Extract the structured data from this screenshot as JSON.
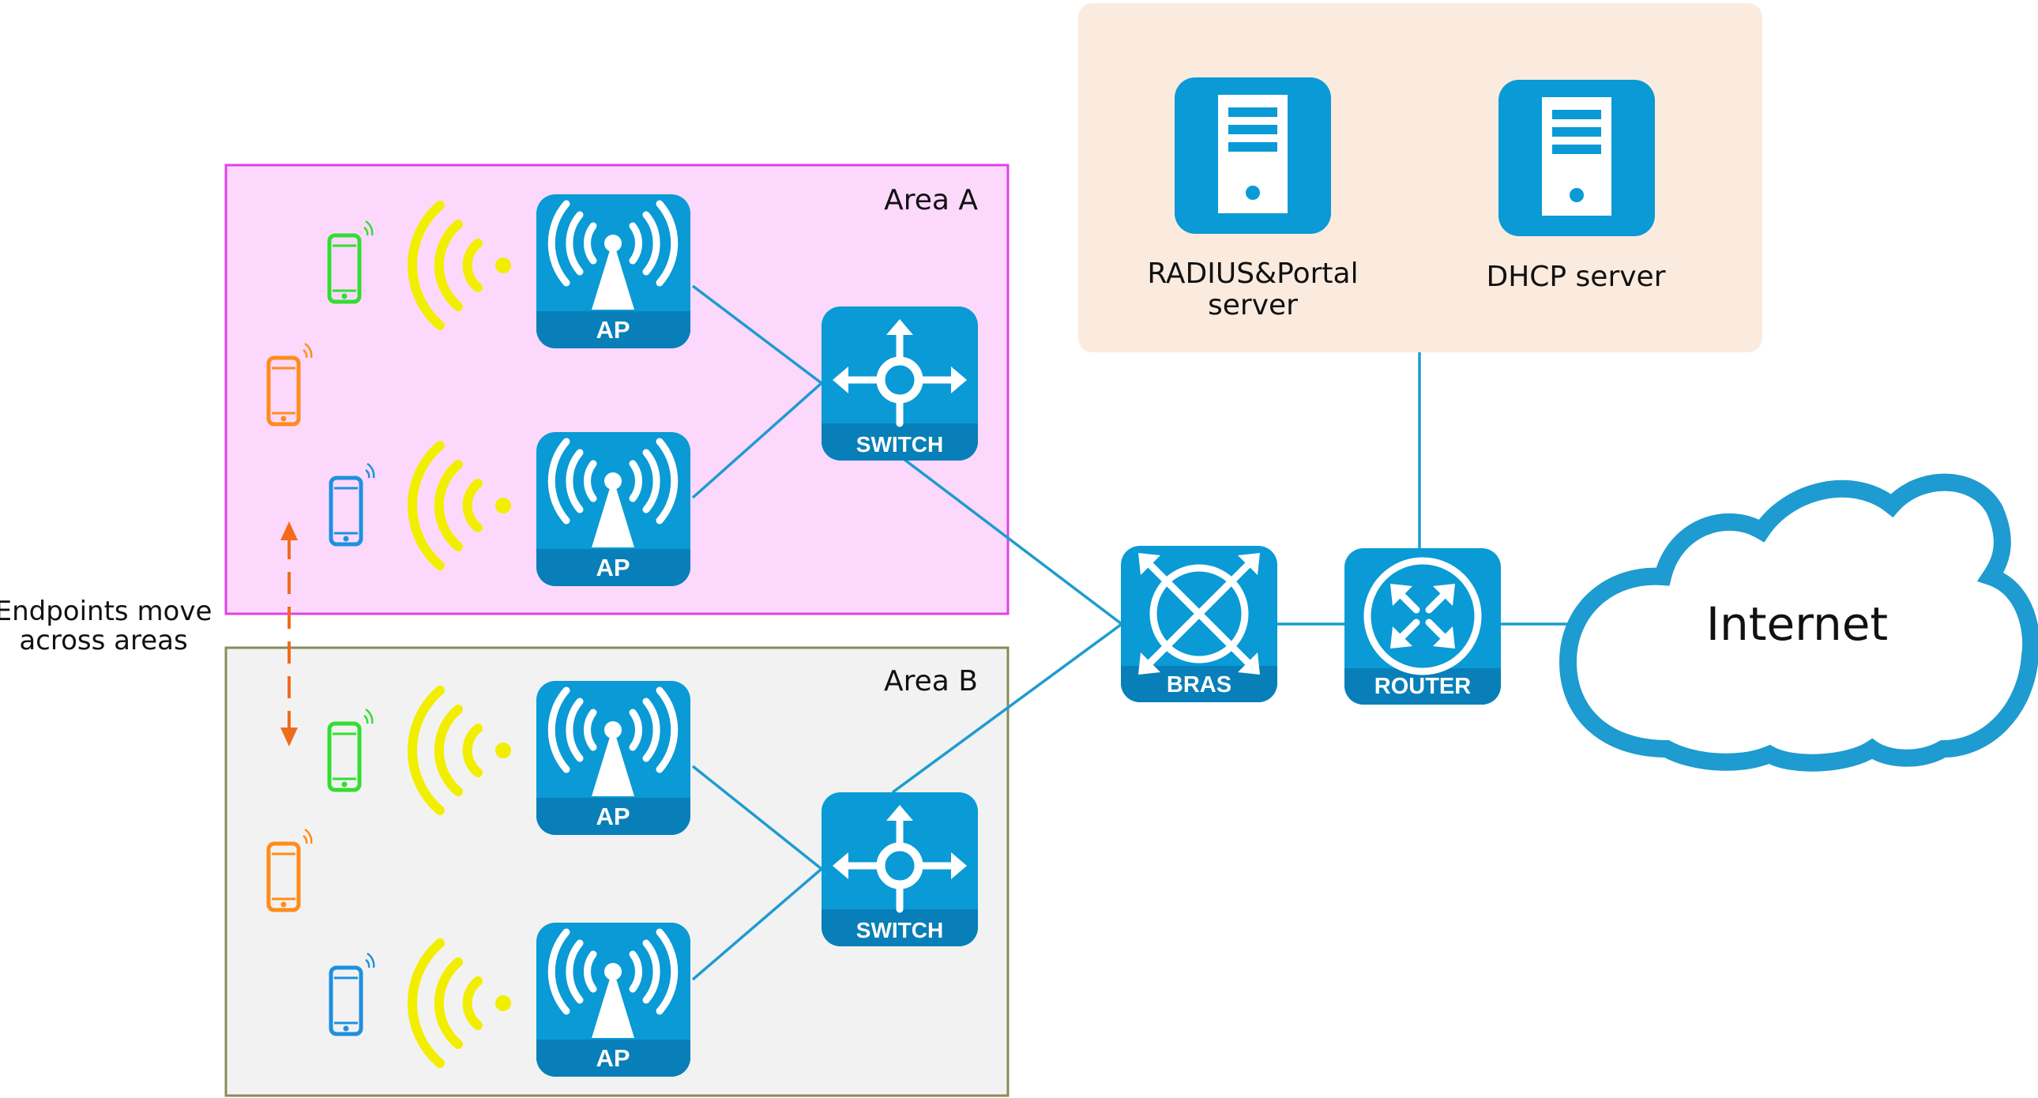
{
  "areas": {
    "a": {
      "label": "Area A"
    },
    "b": {
      "label": "Area B"
    }
  },
  "servers": {
    "radius": {
      "line1": "RADIUS&Portal",
      "line2": "server"
    },
    "dhcp": {
      "label": "DHCP server"
    }
  },
  "devices": {
    "ap_label": "AP",
    "switch_label": "SWITCH",
    "bras_label": "BRAS",
    "router_label": "ROUTER"
  },
  "internet": {
    "label": "Internet"
  },
  "note": {
    "line1": "Endpoints move",
    "line2": "across areas"
  },
  "colors": {
    "device_blue": "#0a9ad6",
    "device_band": "#087fb8",
    "link": "#1e9bd0",
    "area_a_fill": "#fcd9fc",
    "area_a_border": "#e040e8",
    "area_b_fill": "#f2f2f2",
    "area_b_border": "#8a8a5a",
    "server_panel": "#fbebdf",
    "phone_green": "#33dd33",
    "phone_orange": "#ff8c1a",
    "phone_blue": "#1e90e0",
    "wifi_yellow": "#f2ee00",
    "arrow_orange": "#f26b1d"
  }
}
